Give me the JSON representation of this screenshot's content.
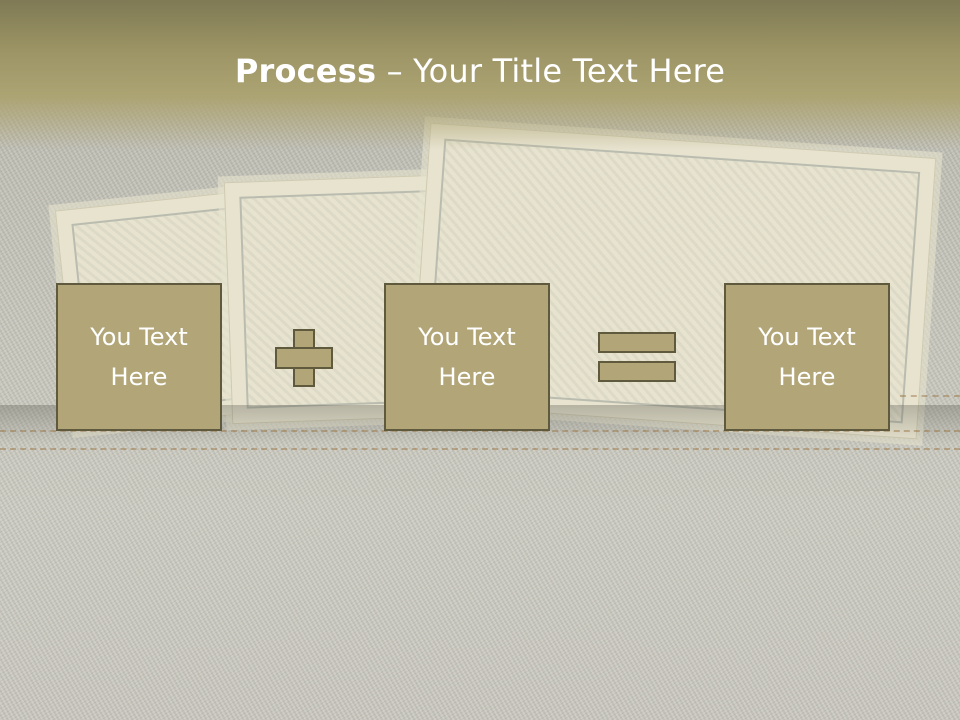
{
  "slide": {
    "title_bold": "Process",
    "title_rest": " – Your Title Text Here",
    "boxes": [
      {
        "text": "You Text Here"
      },
      {
        "text": "You Text Here"
      },
      {
        "text": "You Text Here"
      }
    ],
    "operators": [
      "plus",
      "equals"
    ]
  },
  "colors": {
    "box_fill": "#b2a678",
    "box_border": "#5f5a3e",
    "title_band": "#9d9565",
    "text": "#ffffff"
  }
}
